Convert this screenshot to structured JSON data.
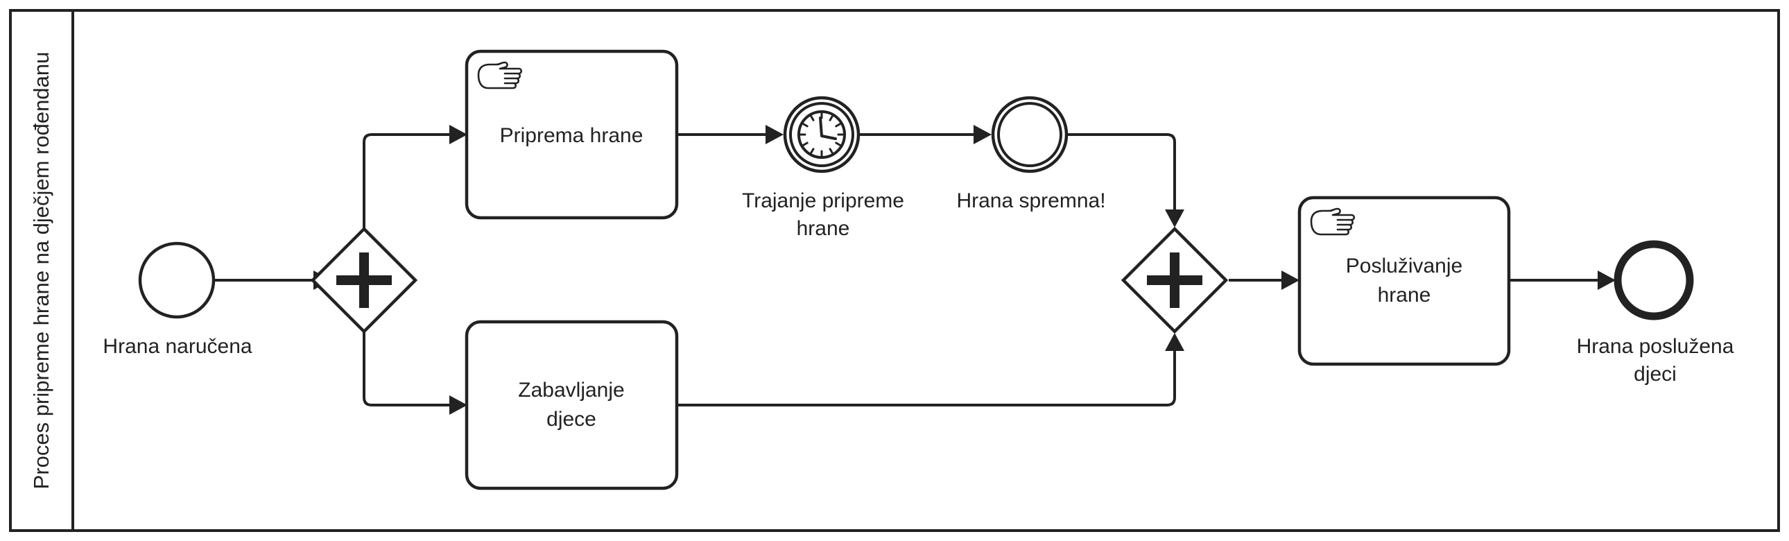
{
  "pool": {
    "label": "Proces pripreme hrane na dječjem rođendanu"
  },
  "start_event": {
    "label": "Hrana naručena"
  },
  "tasks": {
    "priprema": {
      "label": "Priprema hrane",
      "type_icon": "manual-task-hand-icon"
    },
    "zabavljanje": {
      "label_line1": "Zabavljanje",
      "label_line2": "djece"
    },
    "posluzivanje": {
      "label_line1": "Posluživanje",
      "label_line2": "hrane",
      "type_icon": "manual-task-hand-icon"
    }
  },
  "timer_event": {
    "label_line1": "Trajanje pripreme",
    "label_line2": "hrane",
    "icon": "clock-icon"
  },
  "intermediate_event": {
    "label": "Hrana spremna!"
  },
  "end_event": {
    "label_line1": "Hrana poslužena",
    "label_line2": "djeci"
  },
  "gateways": {
    "split": {
      "type": "parallel",
      "icon": "plus-icon"
    },
    "join": {
      "type": "parallel",
      "icon": "plus-icon"
    }
  },
  "colors": {
    "stroke": "#222222",
    "fill": "#ffffff"
  }
}
